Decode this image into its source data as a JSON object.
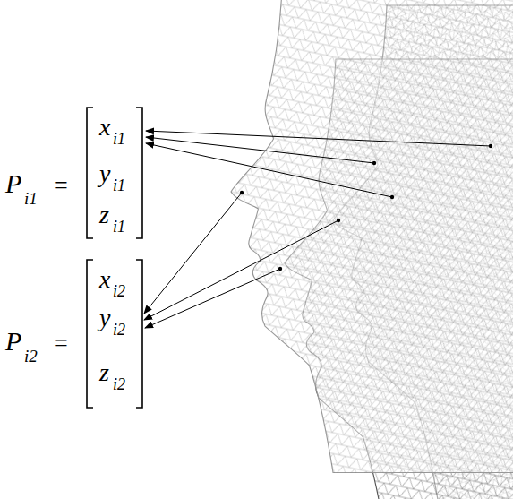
{
  "diagram": {
    "labels": [
      "P",
      "i1",
      "=",
      "x",
      "i1",
      "y",
      "i1",
      "z",
      "i1",
      "P",
      "i2",
      "=",
      "x",
      "i2",
      "y",
      "i2",
      "z",
      "i2"
    ]
  }
}
